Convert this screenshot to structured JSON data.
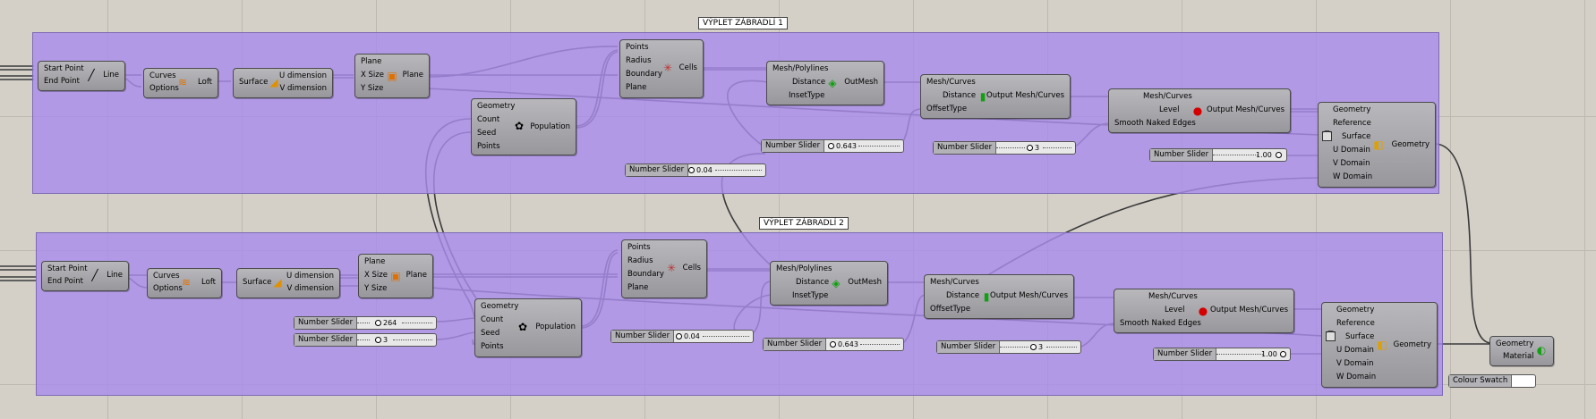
{
  "groups": [
    {
      "title": "VÝPLET ZÁBRADLÍ 1"
    },
    {
      "title": "VÝPLET ZÁBRADLÍ 2"
    }
  ],
  "ports": {
    "start_point": "Start Point",
    "end_point": "End Point",
    "line": "Line",
    "curves": "Curves",
    "options": "Options",
    "loft": "Loft",
    "surface": "Surface",
    "u_dimension": "U dimension",
    "v_dimension": "V dimension",
    "plane": "Plane",
    "x_size": "X Size",
    "y_size": "Y Size",
    "points": "Points",
    "radius": "Radius",
    "boundary": "Boundary",
    "cells": "Cells",
    "geometry": "Geometry",
    "count": "Count",
    "seed": "Seed",
    "population": "Population",
    "mesh_polylines": "Mesh/Polylines",
    "distance": "Distance",
    "inset_type": "InsetType",
    "out_mesh": "OutMesh",
    "mesh_curves": "Mesh/Curves",
    "offset_type": "OffsetType",
    "output_mesh_curves": "Output Mesh/Curves",
    "level": "Level",
    "smooth_naked_edges": "Smooth Naked Edges",
    "reference": "Reference",
    "u_domain": "U Domain",
    "v_domain": "V Domain",
    "w_domain": "W Domain",
    "material": "Material"
  },
  "sliders": {
    "label": "Number Slider",
    "g1_voronoi_radius": "0.04",
    "g1_distance": "0.643",
    "g1_level": "3",
    "g1_domain": "1.00",
    "g2_count": "264",
    "g2_seed": "3",
    "g2_voronoi_radius": "0.04",
    "g2_distance": "0.643",
    "g2_level": "3",
    "g2_domain": "1.00"
  },
  "colour_swatch": {
    "label": "Colour Swatch",
    "color": "#ffffff"
  },
  "colors": {
    "canvas": "#d4d0c8",
    "group": "#aa8ceb",
    "wire": "#3a3a3a",
    "level_icon": "#d40000"
  }
}
